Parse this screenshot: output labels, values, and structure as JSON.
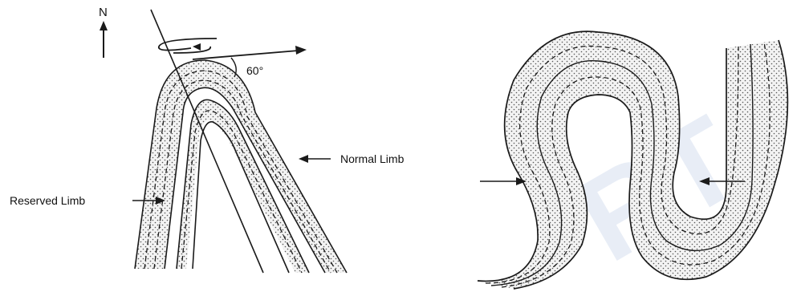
{
  "labels": {
    "north": "N",
    "angle": "60°",
    "normal_limb": "Normal Limb",
    "reversed_limb": "Reserved Limb"
  },
  "colors": {
    "ink": "#1a1a1a",
    "stipple_bg": "#f3f3f3",
    "watermark": "#d6e0f0"
  },
  "watermark_text": "RT"
}
